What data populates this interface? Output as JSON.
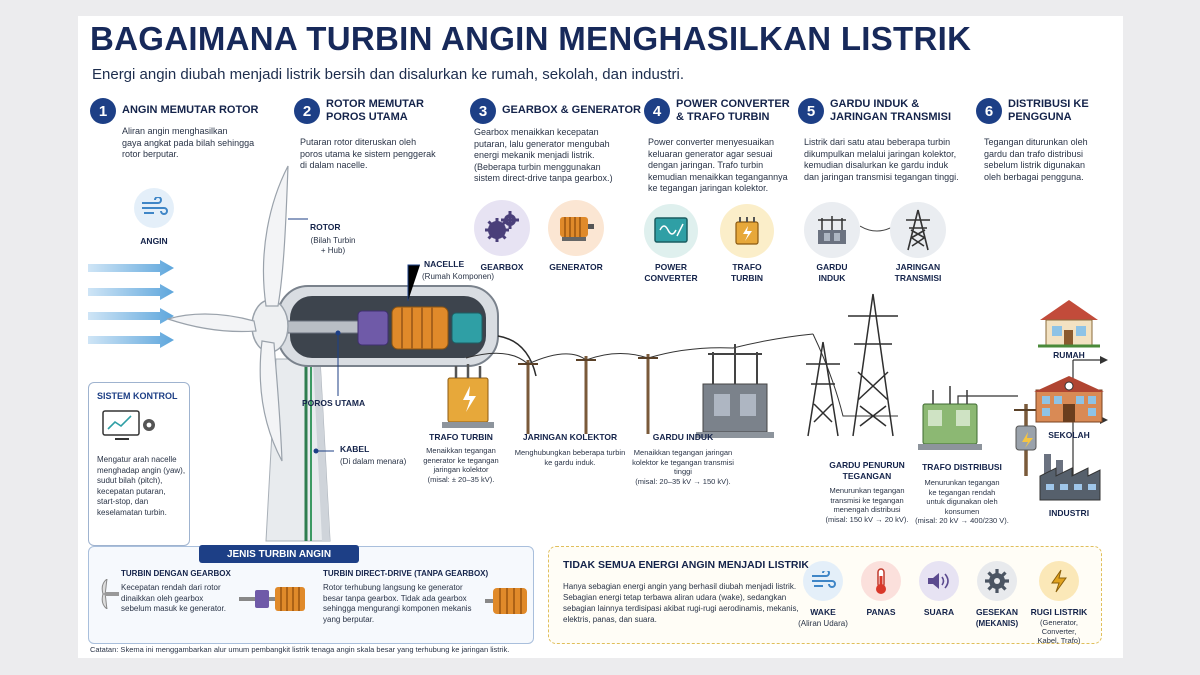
{
  "title": "BAGAIMANA TURBIN ANGIN MENGHASILKAN LISTRIK",
  "subtitle": "Energi angin diubah menjadi listrik bersih dan disalurkan ke rumah, sekolah, dan industri.",
  "steps": [
    {
      "num": "1",
      "title": "ANGIN MEMUTAR ROTOR",
      "title2": "",
      "desc": [
        "Aliran angin menghasilkan",
        "gaya angkat pada bilah sehingga",
        "rotor berputar."
      ]
    },
    {
      "num": "2",
      "title": "ROTOR MEMUTAR",
      "title2": "POROS UTAMA",
      "desc": [
        "Putaran rotor diteruskan oleh",
        "poros utama ke sistem penggerak",
        "di dalam nacelle."
      ]
    },
    {
      "num": "3",
      "title": "GEARBOX & GENERATOR",
      "title2": "",
      "desc": [
        "Gearbox menaikkan kecepatan",
        "putaran, lalu generator mengubah",
        "energi mekanik menjadi listrik.",
        "(Beberapa turbin menggunakan",
        "sistem direct-drive tanpa gearbox.)"
      ]
    },
    {
      "num": "4",
      "title": "POWER CONVERTER",
      "title2": "& TRAFO TURBIN",
      "desc": [
        "Power converter menyesuaikan",
        "keluaran generator agar sesuai",
        "dengan jaringan. Trafo turbin",
        "kemudian menaikkan tegangannya",
        "ke tegangan jaringan kolektor."
      ]
    },
    {
      "num": "5",
      "title": "GARDU INDUK &",
      "title2": "JARINGAN TRANSMISI",
      "desc": [
        "Listrik dari satu atau beberapa turbin",
        "dikumpulkan melalui jaringan kolektor,",
        "kemudian disalurkan ke gardu induk",
        "dan jaringan transmisi tegangan tinggi."
      ]
    },
    {
      "num": "6",
      "title": "DISTRIBUSI KE",
      "title2": "PENGGUNA",
      "desc": [
        "Tegangan diturunkan oleh",
        "gardu dan trafo distribusi",
        "sebelum listrik digunakan",
        "oleh berbagai pengguna."
      ]
    }
  ],
  "icons": {
    "angin": "ANGIN",
    "gearbox": "GEARBOX",
    "generator": "GENERATOR",
    "power_converter": [
      "POWER",
      "CONVERTER"
    ],
    "trafo_turbin": [
      "TRAFO",
      "TURBIN"
    ],
    "gardu_induk": [
      "GARDU",
      "INDUK"
    ],
    "jaringan_transmisi": [
      "JARINGAN",
      "TRANSMISI"
    ]
  },
  "turbine": {
    "rotor": "ROTOR",
    "rotor_sub": [
      "(Bilah Turbin",
      "+ Hub)"
    ],
    "nacelle": "NACELLE",
    "nacelle_sub": "(Rumah Komponen)",
    "poros": "POROS UTAMA",
    "kabel": "KABEL",
    "kabel_sub": "(Di dalam menara)"
  },
  "control": {
    "title": "SISTEM KONTROL",
    "desc": [
      "Mengatur arah nacelle",
      "menghadap angin (yaw),",
      "sudut bilah (pitch),",
      "kecepatan putaran,",
      "start-stop, dan",
      "keselamatan turbin."
    ]
  },
  "flow": {
    "trafo_turbin": {
      "label": "TRAFO TURBIN",
      "desc": [
        "Menaikkan tegangan",
        "generator ke tegangan",
        "jaringan kolektor",
        "(misal: ± 20–35 kV)."
      ]
    },
    "jaringan_kolektor": {
      "label": "JARINGAN KOLEKTOR",
      "desc": [
        "Menghubungkan beberapa turbin",
        "ke gardu induk."
      ]
    },
    "gardu_induk": {
      "label": "GARDU INDUK",
      "desc": [
        "Menaikkan tegangan jaringan",
        "kolektor ke tegangan transmisi",
        "tinggi",
        "(misal: 20–35 kV → 150 kV)."
      ]
    },
    "gardu_penurun": {
      "label": [
        "GARDU PENURUN",
        "TEGANGAN"
      ],
      "desc": [
        "Menurunkan tegangan",
        "transmisi ke tegangan",
        "menengah distribusi",
        "(misal: 150 kV → 20 kV)."
      ]
    },
    "trafo_distribusi": {
      "label": "TRAFO DISTRIBUSI",
      "desc": [
        "Menurunkan tegangan",
        "ke tegangan rendah",
        "untuk digunakan oleh",
        "konsumen",
        "(misal: 20 kV → 400/230 V)."
      ]
    },
    "rumah": "RUMAH",
    "sekolah": "SEKOLAH",
    "industri": "INDUSTRI"
  },
  "types": {
    "title": "JENIS TURBIN ANGIN",
    "gearbox": {
      "title": "TURBIN DENGAN GEARBOX",
      "desc": [
        "Kecepatan rendah dari rotor",
        "dinaikkan oleh gearbox",
        "sebelum masuk ke generator."
      ]
    },
    "direct": {
      "title": "TURBIN DIRECT-DRIVE (TANPA GEARBOX)",
      "desc": [
        "Rotor terhubung langsung ke generator",
        "besar tanpa gearbox. Tidak ada gearbox",
        "sehingga mengurangi komponen mekanis",
        "yang berputar."
      ]
    }
  },
  "losses": {
    "title": "TIDAK SEMUA ENERGI ANGIN MENJADI LISTRIK",
    "desc": [
      "Hanya sebagian energi angin yang berhasil diubah menjadi listrik.",
      "Sebagian energi tetap terbawa aliran udara (wake), sedangkan",
      "sebagian lainnya terdisipasi akibat rugi-rugi aerodinamis, mekanis,",
      "elektris, panas, dan suara."
    ],
    "items": [
      {
        "label": "WAKE",
        "sub": [
          "(Aliran Udara)"
        ]
      },
      {
        "label": "PANAS",
        "sub": []
      },
      {
        "label": "SUARA",
        "sub": []
      },
      {
        "label": "GESEKAN",
        "sub": [
          "(MEKANIS)"
        ]
      },
      {
        "label": "RUGI LISTRIK",
        "sub": [
          "(Generator,",
          "Converter,",
          "Kabel, Trafo)"
        ]
      }
    ]
  },
  "note": "Catatan: Skema ini menggambarkan alur umum pembangkit listrik tenaga angin skala besar yang terhubung ke jaringan listrik.",
  "colors": {
    "navy": "#1d3f86",
    "title": "#17295a",
    "wind": "#5ea6dc",
    "orange": "#e08a2a",
    "teal": "#2f9fa5",
    "purple": "#6f5aa8",
    "gold": "#f0c85a"
  }
}
